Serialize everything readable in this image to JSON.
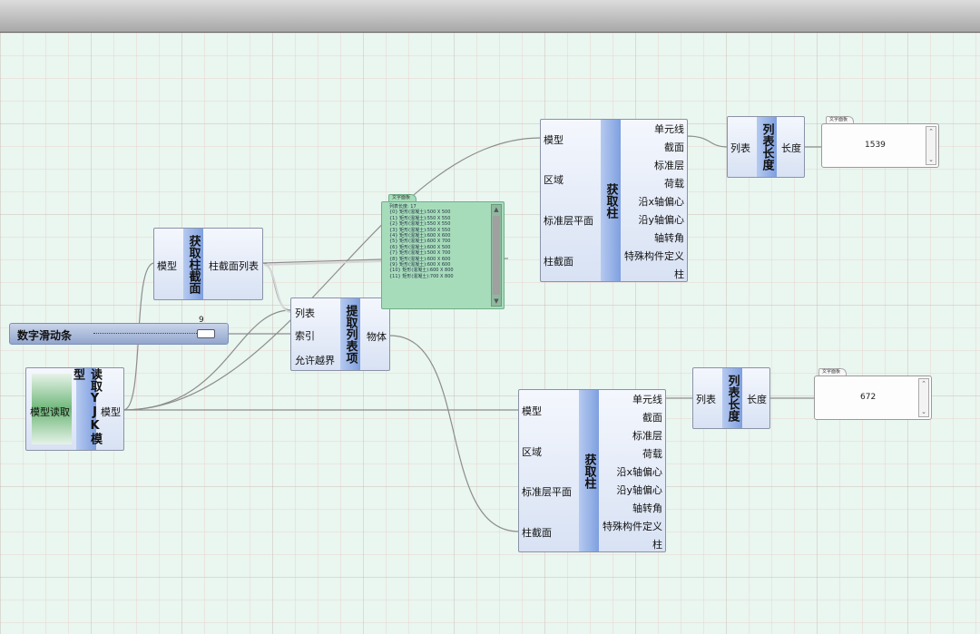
{
  "nodes": {
    "read_yjk": {
      "title": "读取YJK模型",
      "input": "模型读取",
      "output": "模型"
    },
    "get_section": {
      "title": "获取柱截面",
      "input": "模型",
      "output": "柱截面列表"
    },
    "slider": {
      "label": "数字滑动条",
      "value": "9"
    },
    "list_item": {
      "title": "提取列表项",
      "inputs": [
        "列表",
        "索引",
        "允许越界"
      ],
      "output": "物体"
    },
    "get_column_top": {
      "title": "获取柱",
      "inputs": [
        "模型",
        "区域",
        "标准层平面",
        "柱截面"
      ],
      "outputs": [
        "单元线",
        "截面",
        "标准层",
        "荷载",
        "沿x轴偏心",
        "沿y轴偏心",
        "轴转角",
        "特殊构件定义",
        "柱"
      ]
    },
    "get_column_bottom": {
      "title": "获取柱",
      "inputs": [
        "模型",
        "区域",
        "标准层平面",
        "柱截面"
      ],
      "outputs": [
        "单元线",
        "截面",
        "标准层",
        "荷载",
        "沿x轴偏心",
        "沿y轴偏心",
        "轴转角",
        "特殊构件定义",
        "柱"
      ]
    },
    "list_length_top": {
      "title": "列表长度",
      "input": "列表",
      "output": "长度"
    },
    "list_length_bottom": {
      "title": "列表长度",
      "input": "列表",
      "output": "长度"
    }
  },
  "panels": {
    "top_value": {
      "tab": "文字面板",
      "value": "1539"
    },
    "bottom_value": {
      "tab": "文字面板",
      "value": "672"
    },
    "section_list": {
      "tab": "文字面板",
      "header": "列表长度: 17",
      "rows": [
        "{0} 矩形(混凝土):500 X 500",
        "{1} 矩形(混凝土):550 X 550",
        "{2} 矩形(混凝土):550 X 550",
        "{3} 矩形(混凝土):550 X 550",
        "{4} 矩形(混凝土):600 X 600",
        "{5} 矩形(混凝土):600 X 700",
        "{6} 矩形(混凝土):600 X 500",
        "{7} 矩形(混凝土):500 X 700",
        "{8} 矩形(混凝土):600 X 600",
        "{9} 矩形(混凝土):600 X 600",
        "{10} 矩形(混凝土):600 X 800",
        "{11} 矩形(混凝土):700 X 800"
      ]
    }
  },
  "colors": {
    "canvas": "#eaf6f0",
    "node_title": "#7e9fe0",
    "wire": "#8a8a8a",
    "panel_green": "#a7dcbb"
  }
}
